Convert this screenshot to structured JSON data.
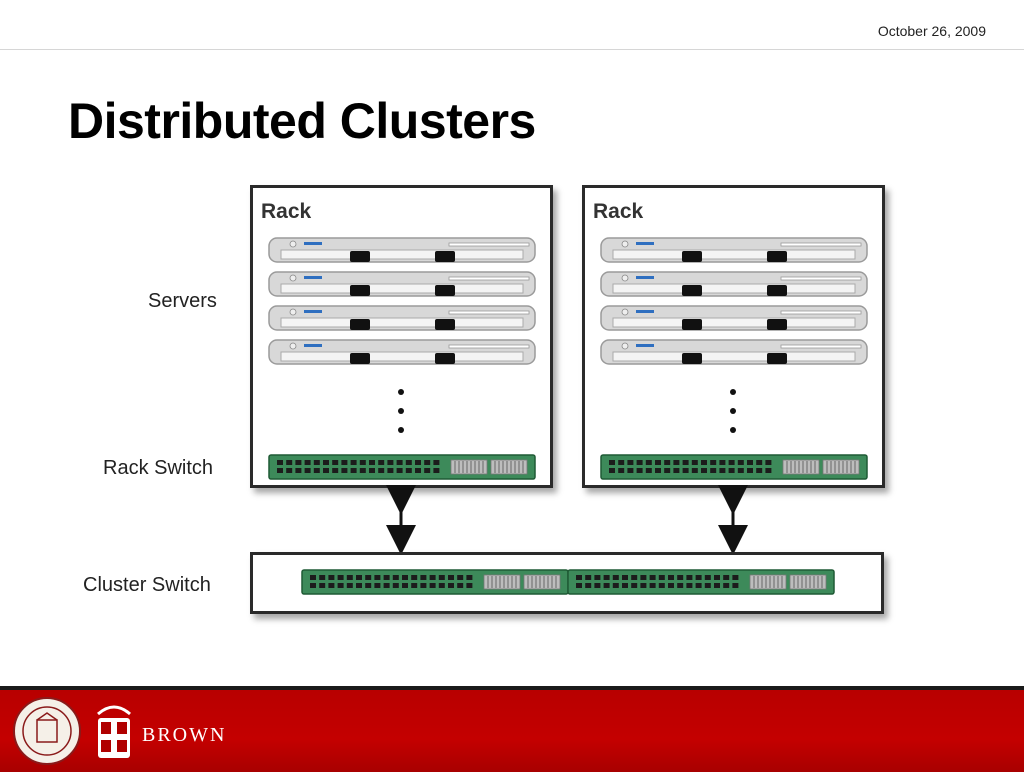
{
  "header": {
    "date": "October 26, 2009"
  },
  "slide": {
    "title": "Distributed Clusters"
  },
  "diagram": {
    "labels": {
      "servers": "Servers",
      "rack_switch": "Rack Switch",
      "cluster_switch": "Cluster Switch"
    },
    "racks": [
      {
        "title": "Rack"
      },
      {
        "title": "Rack"
      }
    ],
    "colors": {
      "switch_green": "#3d8a5a",
      "server_grey": "#d8d8d8",
      "led_blue": "#2f6fc0"
    }
  },
  "footer": {
    "institution": "BROWN",
    "color": "#c00000"
  }
}
